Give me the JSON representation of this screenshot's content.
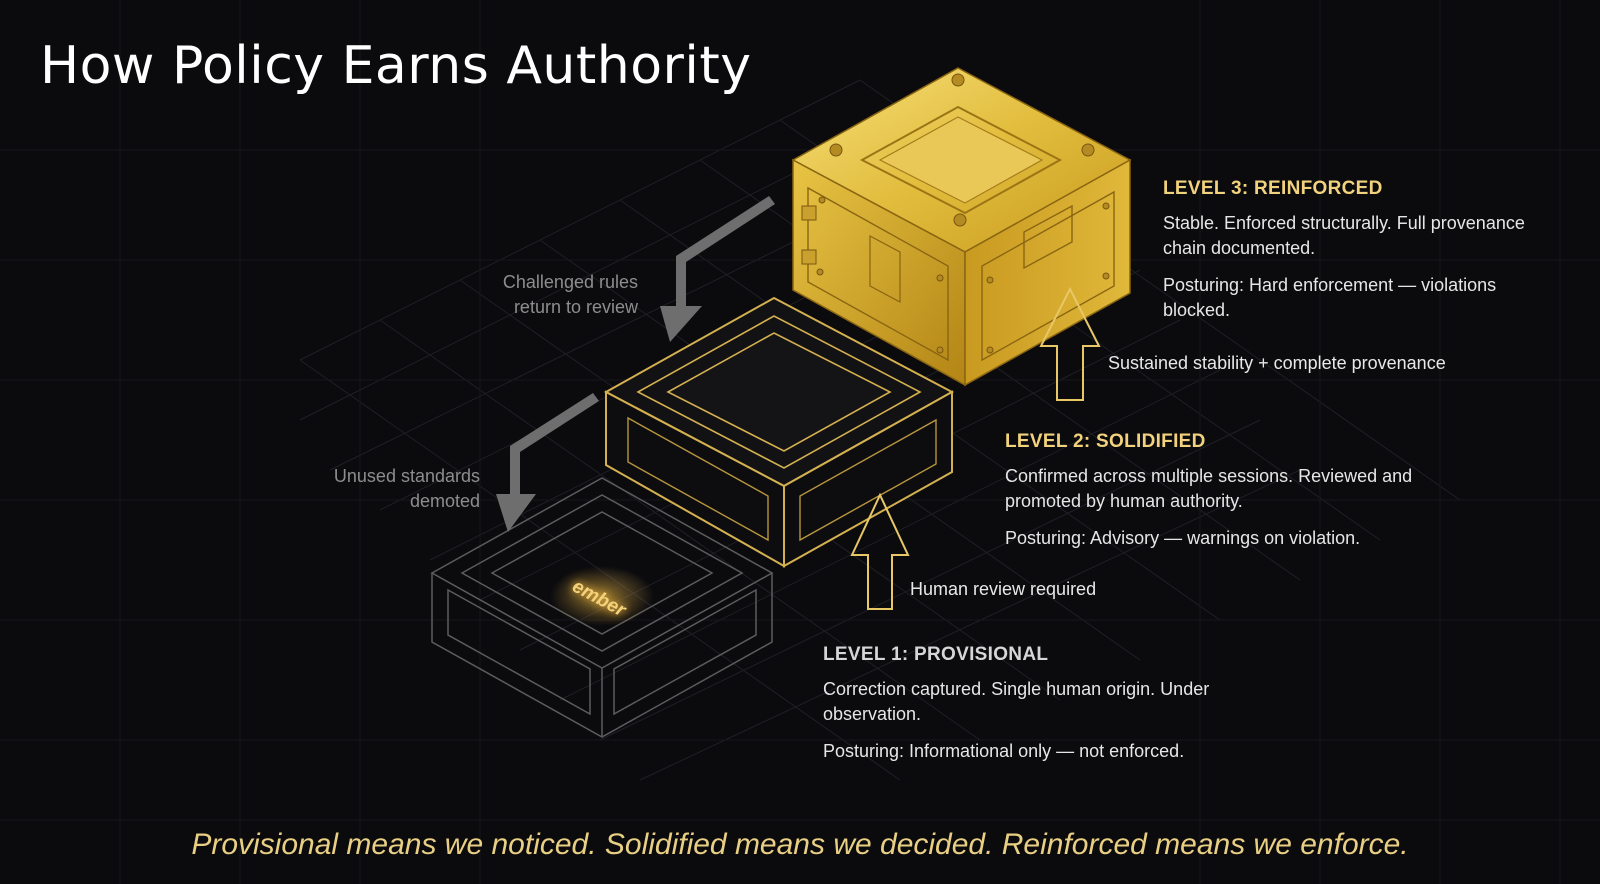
{
  "slide": {
    "title": "How Policy Earns Authority",
    "tagline": "Provisional means we noticed. Solidified means we decided. Reinforced means we enforce."
  },
  "levels": [
    {
      "heading": "LEVEL 3: REINFORCED",
      "description": "Stable. Enforced structurally. Full provenance chain documented.",
      "posturing": "Posturing: Hard enforcement — violations blocked.",
      "heading_color": "#f2d27c"
    },
    {
      "heading": "LEVEL 2: SOLIDIFIED",
      "description": "Confirmed across multiple sessions. Reviewed and promoted by human authority.",
      "posturing": "Posturing: Advisory — warnings on violation.",
      "heading_color": "#f2d27c"
    },
    {
      "heading": "LEVEL 1: PROVISIONAL",
      "description": "Correction captured. Single human origin. Under observation.",
      "posturing": "Posturing: Informational only — not enforced.",
      "heading_color": "#d6d6d6"
    }
  ],
  "promotions": {
    "to_level_3": "Sustained stability + complete provenance",
    "to_level_2": "Human review required"
  },
  "demotions": {
    "from_level_3_line1": "Challenged rules",
    "from_level_3_line2": "return to review",
    "from_level_2_line1": "Unused standards",
    "from_level_2_line2": "demoted"
  },
  "brand": {
    "logo_text": "ember"
  },
  "colors": {
    "background": "#0b0b0e",
    "gold": "#d9b23a",
    "gold_light": "#f2d27c",
    "outline_gray": "#5a5a5a",
    "grid": "#22222a",
    "demote_arrow": "#6e6e6e"
  }
}
